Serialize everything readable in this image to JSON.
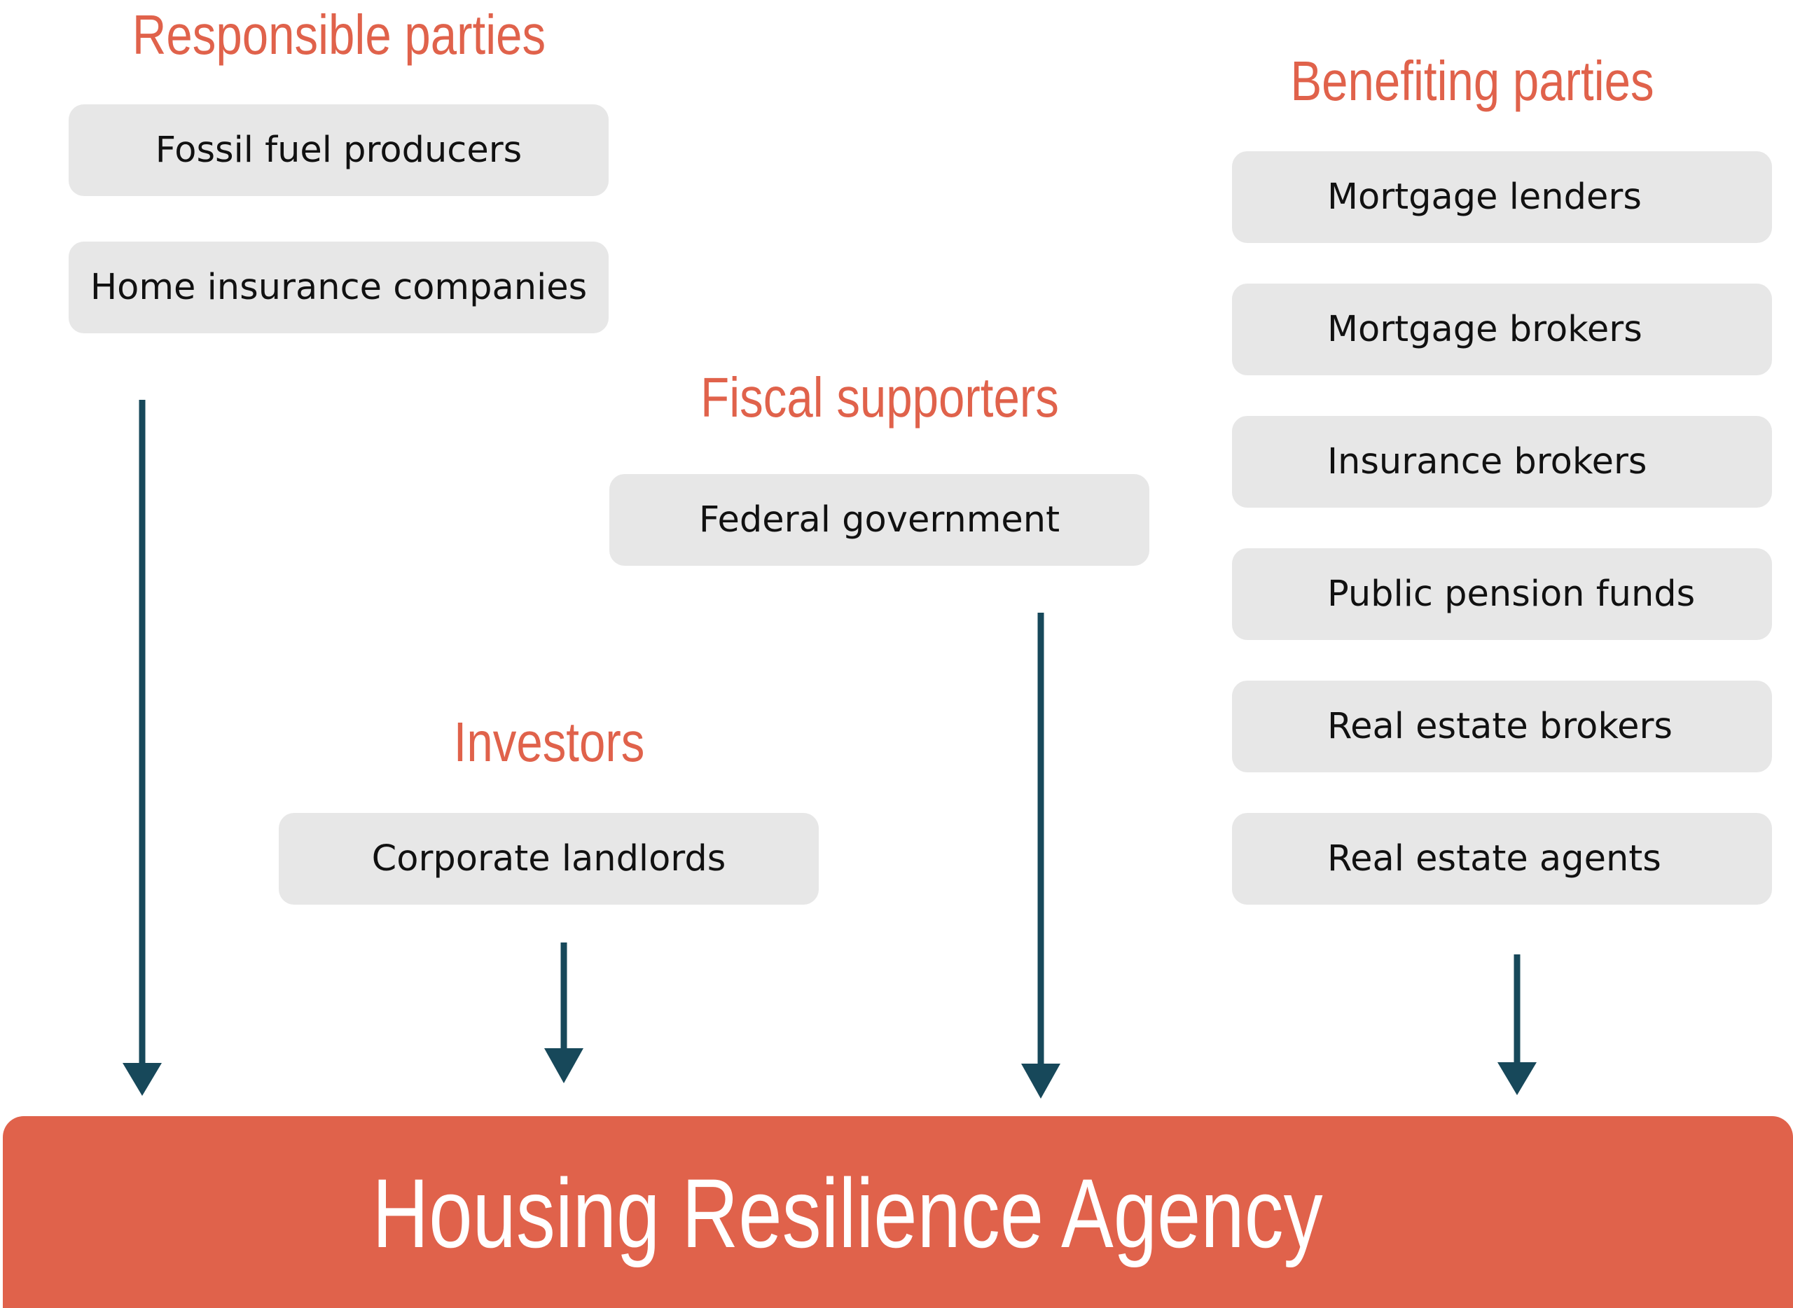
{
  "groups": {
    "responsible": {
      "title": "Responsible parties",
      "items": [
        "Fossil fuel producers",
        "Home insurance companies"
      ]
    },
    "fiscal": {
      "title": "Fiscal supporters",
      "items": [
        "Federal government"
      ]
    },
    "investors": {
      "title": "Investors",
      "items": [
        "Corporate landlords"
      ]
    },
    "benefiting": {
      "title": "Benefiting parties",
      "items": [
        "Mortgage lenders",
        "Mortgage brokers",
        "Insurance brokers",
        "Public pension funds",
        "Real estate brokers",
        "Real estate agents"
      ]
    }
  },
  "agency": {
    "title": "Housing Resilience Agency"
  },
  "colors": {
    "accent": "#e0624b",
    "box_fill": "#e7e7e7",
    "arrow": "#17485a",
    "text": "#111111"
  }
}
